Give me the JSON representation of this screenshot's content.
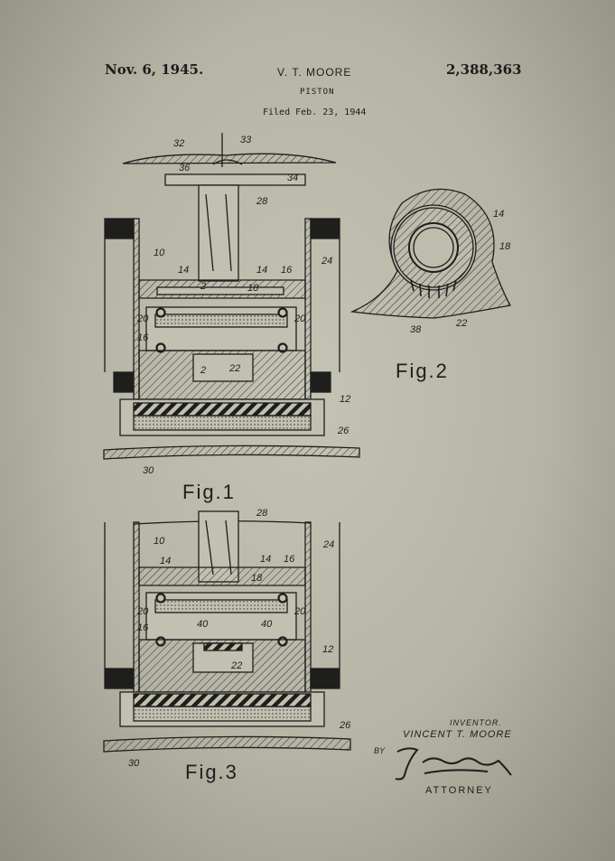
{
  "header": {
    "date": "Nov. 6, 1945.",
    "inventor": "V. T. MOORE",
    "patent_number": "2,388,363",
    "title": "PISTON",
    "filed": "Filed Feb. 23, 1944"
  },
  "figures": {
    "fig1": {
      "caption": "Fig.1",
      "labels": [
        "32",
        "33",
        "36",
        "34",
        "28",
        "10",
        "14",
        "2",
        "18",
        "14",
        "16",
        "24",
        "20",
        "16",
        "20",
        "2",
        "22",
        "12",
        "26",
        "30"
      ]
    },
    "fig2": {
      "caption": "Fig.2",
      "labels": [
        "14",
        "18",
        "38",
        "22"
      ]
    },
    "fig3": {
      "caption": "Fig.3",
      "labels": [
        "28",
        "10",
        "24",
        "14",
        "14",
        "16",
        "18",
        "20",
        "20",
        "40",
        "40",
        "16",
        "12",
        "22",
        "26",
        "30"
      ]
    }
  },
  "signature": {
    "inventor_label": "INVENTOR.",
    "inventor_name": "VINCENT T. MOORE",
    "by": "BY",
    "attorney": "ATTORNEY"
  },
  "colors": {
    "paper": "#bdbcad",
    "ink": "#1e1e1c"
  }
}
